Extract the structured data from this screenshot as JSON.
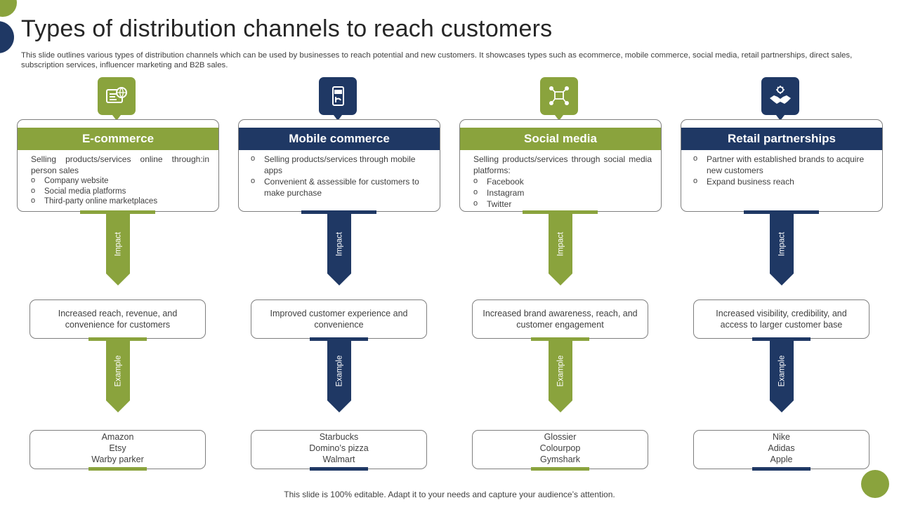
{
  "title": "Types of distribution channels to reach customers",
  "subtitle": "This slide outlines various types of distribution channels which can be used by businesses to reach potential and new customers. It showcases types such as ecommerce, mobile commerce, social media, retail partnerships, direct sales, subscription services, influencer marketing and B2B sales.",
  "footer": "This slide is 100% editable. Adapt it to your needs and capture your audience’s attention.",
  "colors": {
    "green": "#8aa33d",
    "navy": "#1f3864"
  },
  "arrow_labels": {
    "impact": "Impact",
    "example": "Example"
  },
  "channels": [
    {
      "name": "E-commerce",
      "icon": "ecommerce-globe-icon",
      "color": "green",
      "intro": "Selling products/services online through:in person sales",
      "bullets": [
        "Company website",
        "Social media platforms",
        "Third-party online marketplaces"
      ],
      "impact": "Increased reach, revenue, and convenience for customers",
      "examples": [
        "Amazon",
        "Etsy",
        "Warby parker"
      ]
    },
    {
      "name": "Mobile commerce",
      "icon": "mobile-phone-icon",
      "color": "navy",
      "intro": "",
      "bullets": [
        "Selling products/services through mobile apps",
        "Convenient  & assessible for customers to make purchase"
      ],
      "impact": "Improved customer experience and convenience",
      "examples": [
        "Starbucks",
        "Domino’s pizza",
        "Walmart"
      ]
    },
    {
      "name": "Social media",
      "icon": "social-network-icon",
      "color": "green",
      "intro": "Selling products/services through social media platforms:",
      "bullets": [
        "Facebook",
        "Instagram",
        "Twitter"
      ],
      "impact": "Increased brand awareness, reach, and customer engagement",
      "examples": [
        "Glossier",
        "Colourpop",
        "Gymshark"
      ]
    },
    {
      "name": "Retail partnerships",
      "icon": "handshake-icon",
      "color": "navy",
      "intro": "",
      "bullets": [
        "Partner with established brands to acquire new customers",
        "Expand business reach"
      ],
      "impact": "Increased visibility, credibility, and access to larger customer base",
      "examples": [
        "Nike",
        "Adidas",
        "Apple"
      ]
    }
  ]
}
